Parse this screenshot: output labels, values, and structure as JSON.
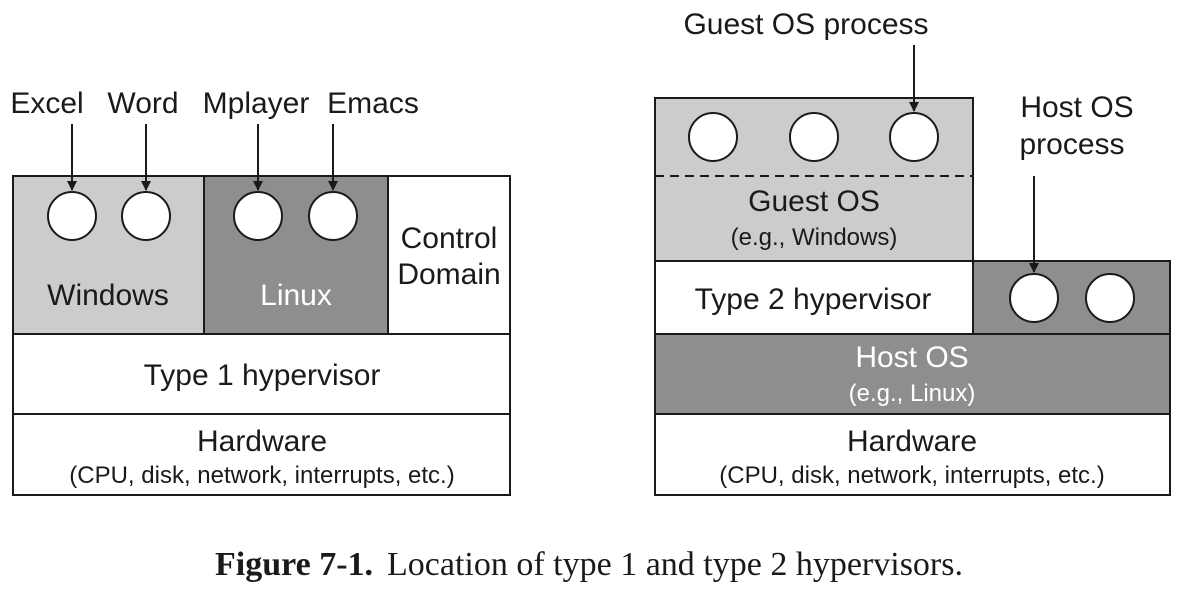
{
  "colors": {
    "stroke": "#1a1a1a",
    "light_gray": "#cccccc",
    "dark_gray": "#8e8e90",
    "white": "#ffffff"
  },
  "left": {
    "apps": {
      "excel": "Excel",
      "word": "Word",
      "mplayer": "Mplayer",
      "emacs": "Emacs"
    },
    "windows": "Windows",
    "linux": "Linux",
    "control_domain": {
      "line1": "Control",
      "line2": "Domain"
    },
    "hypervisor": "Type 1 hypervisor",
    "hardware": {
      "title": "Hardware",
      "detail": "(CPU, disk, network, interrupts, etc.)"
    }
  },
  "right": {
    "guest_process": "Guest OS process",
    "host_process": {
      "line1": "Host OS",
      "line2": "process"
    },
    "guest_os": {
      "title": "Guest OS",
      "detail": "(e.g., Windows)"
    },
    "hypervisor": "Type 2 hypervisor",
    "host_os": {
      "title": "Host OS",
      "detail": "(e.g., Linux)"
    },
    "hardware": {
      "title": "Hardware",
      "detail": "(CPU, disk, network, interrupts, etc.)"
    }
  },
  "caption": {
    "label": "Figure 7-1.",
    "text": "Location of type 1 and type 2 hypervisors."
  }
}
